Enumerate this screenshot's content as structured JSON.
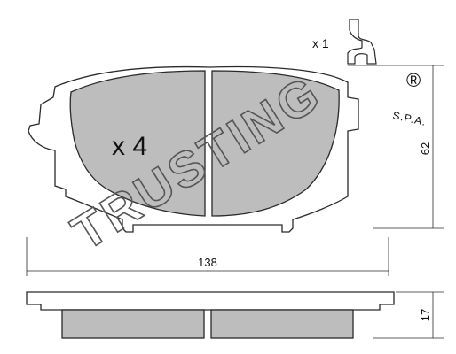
{
  "quantity_label": "x 4",
  "clip_quantity_label": "x 1",
  "dimensions": {
    "width": "138",
    "height": "62",
    "thickness": "17"
  },
  "watermark": {
    "brand": "TRUSTING",
    "registered": "®",
    "suffix": "S.P.A."
  },
  "colors": {
    "pad_fill": "#bdbdbd",
    "outline": "#2a2a2a",
    "watermark": "#555555"
  }
}
